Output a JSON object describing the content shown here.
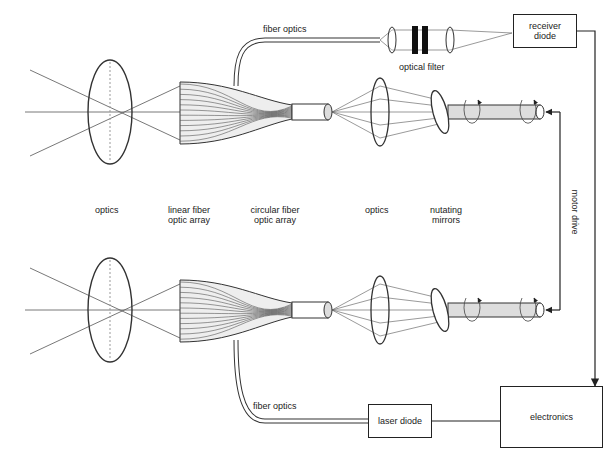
{
  "diagram": {
    "nodes": [
      {
        "text": [
          "receiver diode"
        ]
      },
      {
        "text": [
          "laser diode"
        ]
      },
      {
        "text": [
          "electronics"
        ]
      }
    ],
    "edges": [
      {
        "from": 0,
        "to": 2,
        "arrow": "to"
      },
      {
        "from": 1,
        "to": 2,
        "arrow": "none"
      }
    ],
    "labels": [
      "fiber optics",
      "optical filter",
      "optics",
      "linear fiber optic array",
      "circular fiber optic array",
      "optics",
      "nutating mirrors",
      "motor drive",
      "fiber optics"
    ]
  }
}
